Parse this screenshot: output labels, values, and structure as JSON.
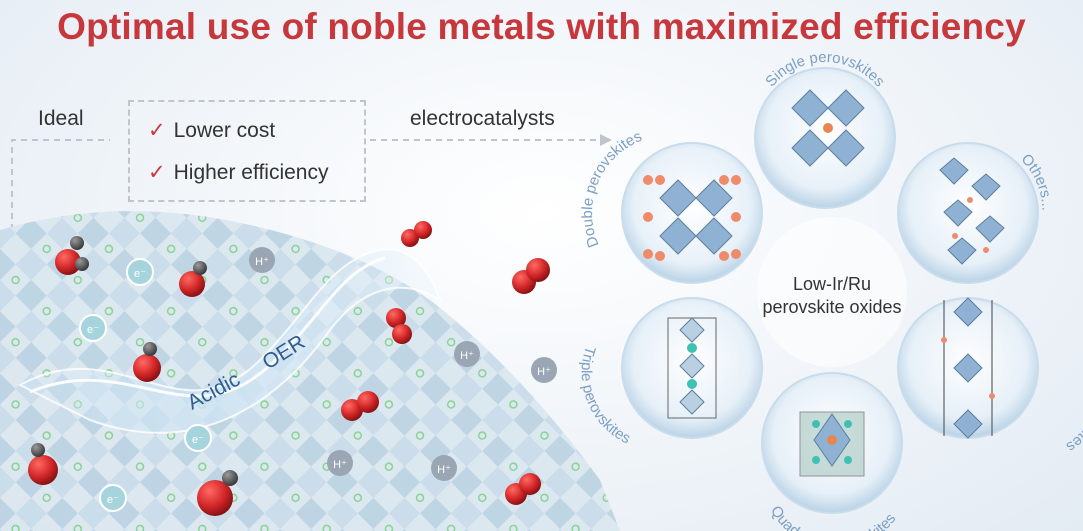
{
  "title": "Optimal use of noble metals with maximized efficiency",
  "ideal_label": "Ideal",
  "electrocatalysts_label": "electrocatalysts",
  "checks": [
    "Lower cost",
    "Higher efficiency"
  ],
  "check_mark": "✓",
  "wave_labels": [
    "Acidic",
    "OER"
  ],
  "center_label": [
    "Low-Ir/Ru",
    "perovskite oxides"
  ],
  "circle_labels": [
    "Single perovskites",
    "Others...",
    "RP-type perovskites",
    "Quadruple perovskites",
    "Triple perovskites",
    "Double perovskites"
  ],
  "ion_labels": {
    "proton": "H⁺",
    "electron": "e⁻"
  },
  "colors": {
    "title": "#c7383c",
    "oxygen": "#d4282a",
    "octahedron": "#8fb2d4",
    "accent_teal": "#3ec2b4"
  }
}
